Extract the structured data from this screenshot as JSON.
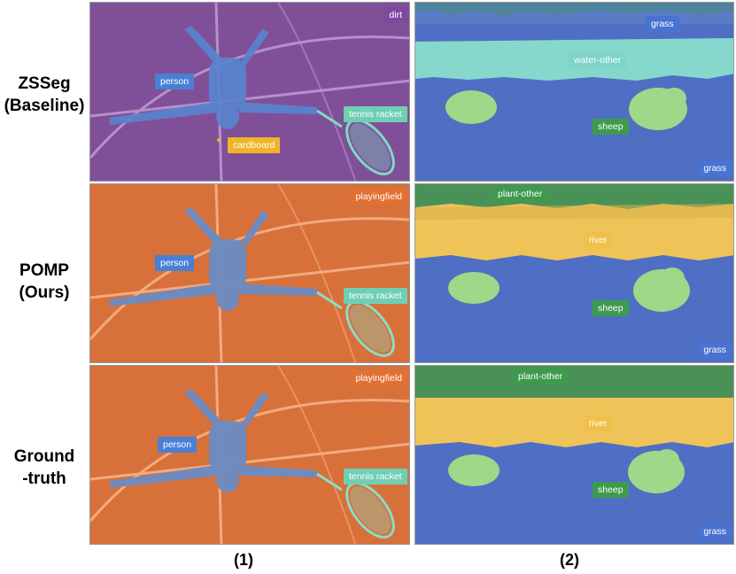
{
  "rows": [
    {
      "label_line1": "ZSSeg",
      "label_line2": "(Baseline)"
    },
    {
      "label_line1": "POMP",
      "label_line2": "(Ours)"
    },
    {
      "label_line1": "Ground",
      "label_line2": "-truth"
    }
  ],
  "columns": [
    {
      "label": "(1)"
    },
    {
      "label": "(2)"
    }
  ],
  "panels": {
    "r0c0": {
      "corner": "dirt",
      "person": "person",
      "racket": "tennis racket",
      "extra": "cardboard"
    },
    "r0c1": {
      "top": "grass",
      "water": "water-other",
      "sheep": "sheep",
      "bottom": "grass"
    },
    "r1c0": {
      "corner": "playingfield",
      "person": "person",
      "racket": "tennis racket"
    },
    "r1c1": {
      "top": "plant-other",
      "water": "river",
      "sheep": "sheep",
      "bottom": "grass"
    },
    "r2c0": {
      "corner": "playingfield",
      "person": "person",
      "racket": "tennis racket"
    },
    "r2c1": {
      "top": "plant-other",
      "water": "river",
      "sheep": "sheep",
      "bottom": "grass"
    }
  },
  "colors": {
    "dirt": "#7d4aa0",
    "playingfield": "#e07034",
    "person": "#4a7fd4",
    "racket": "#6fcfb4",
    "cardboard": "#f0b428",
    "grass": "#4a72d0",
    "water_other": "#7ed4c6",
    "river": "#f0c04a",
    "sheep": "#3f9a4e",
    "plant_other": "#3f9a4e"
  }
}
